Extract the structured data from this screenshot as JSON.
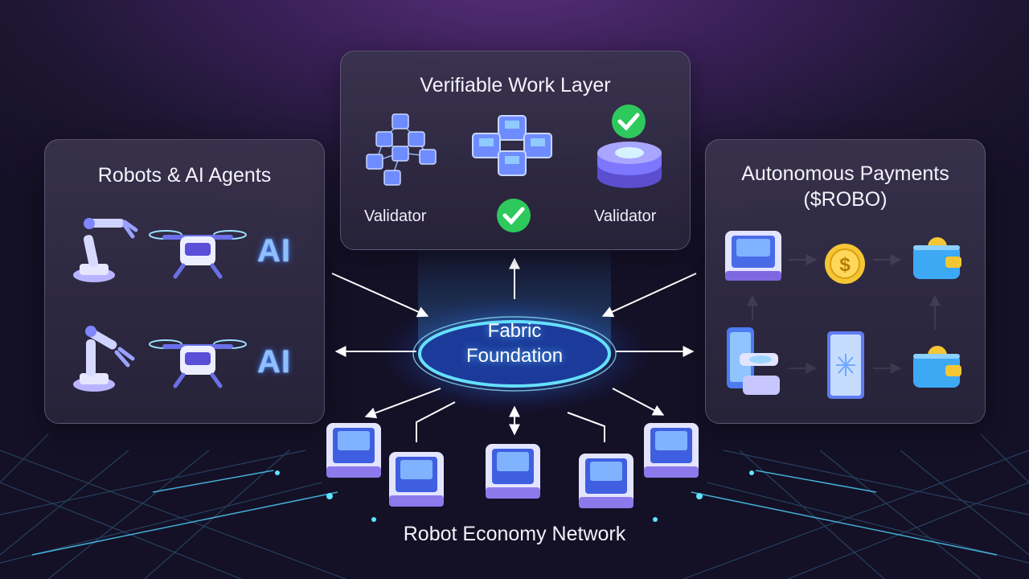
{
  "left_panel": {
    "title": "Robots & AI Agents",
    "ai_label_top": "AI",
    "ai_label_bottom": "AI",
    "icons": [
      "robot-arm-icon",
      "drone-icon",
      "ai-chip-icon"
    ]
  },
  "top_panel": {
    "title": "Verifiable Work Layer",
    "validator_left": "Validator",
    "validator_right": "Validator",
    "icons": [
      "block-network-icon",
      "block-cluster-icon",
      "coin-stack-icon",
      "check-icon"
    ]
  },
  "right_panel": {
    "title_line1": "Autonomous Payments",
    "title_line2": "($ROBO)",
    "icons": [
      "server-cube-icon",
      "coin-icon",
      "wallet-icon",
      "card-terminal-icon",
      "tablet-icon"
    ]
  },
  "hub": {
    "line1": "Fabric",
    "line2": "Foundation"
  },
  "network": {
    "title": "Robot Economy Network",
    "node_count": 5
  },
  "colors": {
    "accent": "#4fc3ff",
    "panel_border": "#a9a0c8",
    "check": "#2ec95c",
    "coin": "#f5c634",
    "cube": "#6fa8ff"
  }
}
